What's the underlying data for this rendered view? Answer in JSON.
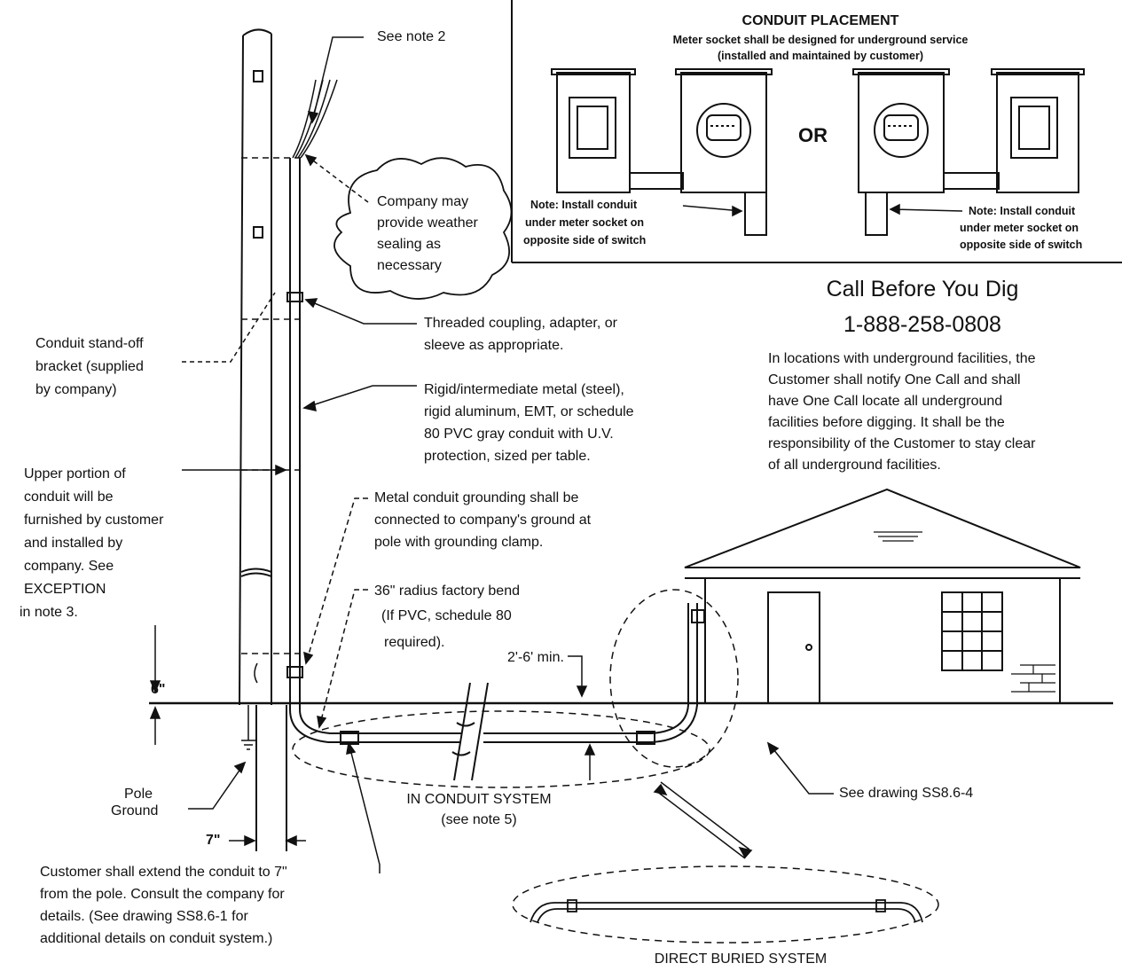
{
  "inset": {
    "title": "CONDUIT PLACEMENT",
    "subtitle_1": "Meter socket shall be designed for underground service",
    "subtitle_2": "(installed and maintained by customer)",
    "or_label": "OR",
    "note_left": [
      "Note: Install conduit",
      "under meter socket on",
      "opposite side of switch"
    ],
    "note_right": [
      "Note: Install conduit",
      "under meter socket on",
      "opposite side of switch"
    ]
  },
  "call_before_dig": {
    "heading": "Call Before You Dig",
    "phone": "1-888-258-0808",
    "body": [
      "In locations with underground facilities, the",
      "Customer shall notify One Call and shall",
      "have One Call locate all underground",
      "facilities before digging. It shall be the",
      "responsibility of the Customer to stay clear",
      "of all underground facilities."
    ]
  },
  "labels": {
    "see_note_2": "See note 2",
    "weather_sealing": [
      "Company may",
      "provide weather",
      "sealing as",
      "necessary"
    ],
    "coupling": [
      "Threaded coupling, adapter, or",
      "sleeve as appropriate."
    ],
    "standoff": [
      "Conduit stand-off",
      "bracket (supplied",
      "by company)"
    ],
    "rigid_conduit": [
      "Rigid/intermediate metal (steel),",
      "rigid aluminum, EMT, or schedule",
      "80 PVC gray conduit with U.V.",
      "protection, sized per table."
    ],
    "upper_portion": [
      "Upper portion of",
      "conduit will be",
      "furnished by customer",
      "and installed by",
      "company. See",
      "EXCEPTION",
      "in note 3."
    ],
    "grounding": [
      "Metal conduit grounding shall be",
      "connected to company's ground at",
      "pole with grounding clamp."
    ],
    "bend": [
      "36\" radius factory bend",
      "(If PVC, schedule 80",
      "required)."
    ],
    "min_depth": "2'-6' min.",
    "six_inch": "6\"",
    "pole_ground": [
      "Pole",
      "Ground"
    ],
    "in_conduit_system": [
      "IN CONDUIT SYSTEM",
      "(see note 5)"
    ],
    "see_drawing": "See drawing SS8.6-4",
    "seven_inch": "7\"",
    "customer_extend": [
      "Customer shall extend the conduit to 7\"",
      "from the pole. Consult the company for",
      "details. (See drawing SS8.6-1 for",
      "additional details on conduit system.)"
    ],
    "direct_buried": "DIRECT BURIED SYSTEM"
  }
}
